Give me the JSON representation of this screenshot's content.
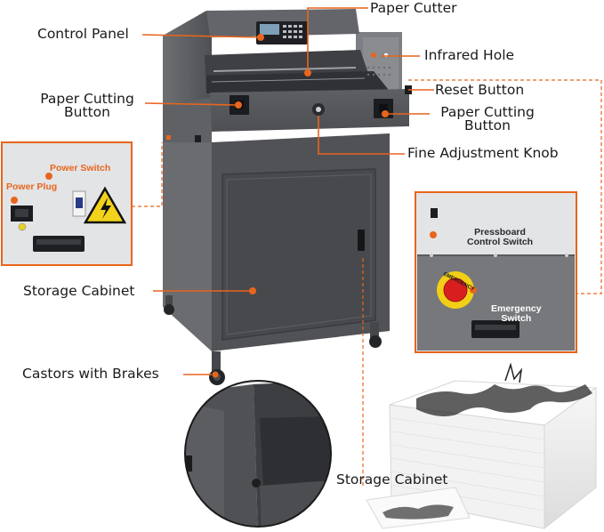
{
  "colors": {
    "accent": "#e8651d",
    "machine_body": "#585a5e",
    "machine_dark": "#46484c",
    "inset_bg": "#e3e4e6"
  },
  "labels": {
    "paper_cutter": "Paper Cutter",
    "control_panel": "Control Panel",
    "infrared_hole": "Infrared Hole",
    "reset_button": "Reset Button",
    "paper_cutting_button_left": [
      "Paper Cutting",
      "Button"
    ],
    "paper_cutting_button_right": [
      "Paper Cutting",
      "Button"
    ],
    "fine_adjustment_knob": "Fine Adjustment Knob",
    "storage_cabinet": "Storage Cabinet",
    "castors_with_brakes": "Castors with Brakes",
    "storage_cabinet_bottom": "Storage Cabinet"
  },
  "left_inset": {
    "power_switch": "Power Switch",
    "power_plug": "Power Plug",
    "warning_icon": "high-voltage-warning-icon"
  },
  "right_inset": {
    "pressboard_control_switch": [
      "Pressboard",
      "Control Switch"
    ],
    "emergency_switch": [
      "Emergency",
      "Switch"
    ],
    "emergency_button_text": "EMERGENCY"
  }
}
